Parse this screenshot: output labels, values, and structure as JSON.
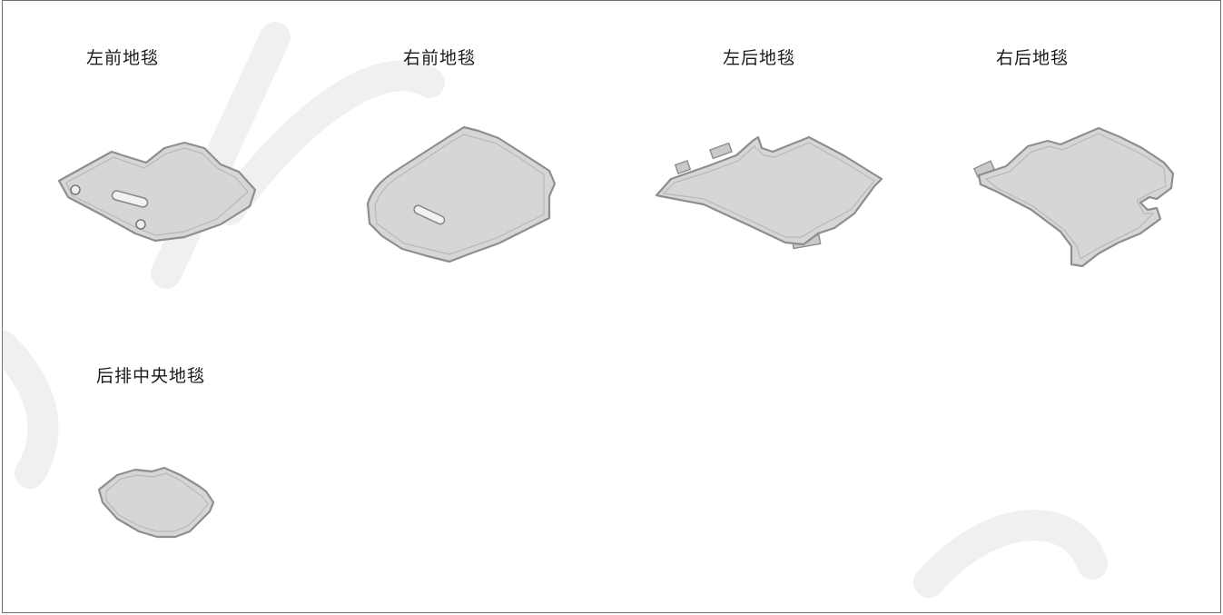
{
  "items": [
    {
      "label": "左前地毯",
      "icon": "left-front-floor-mat-icon"
    },
    {
      "label": "右前地毯",
      "icon": "right-front-floor-mat-icon"
    },
    {
      "label": "左后地毯",
      "icon": "left-rear-floor-mat-icon"
    },
    {
      "label": "右后地毯",
      "icon": "right-rear-floor-mat-icon"
    },
    {
      "label": "后排中央地毯",
      "icon": "rear-center-floor-mat-icon"
    }
  ],
  "colors": {
    "mat_fill": "#d6d6d6",
    "mat_outline": "#8e8e8e",
    "border": "#707070",
    "watermark": "#ececec"
  }
}
